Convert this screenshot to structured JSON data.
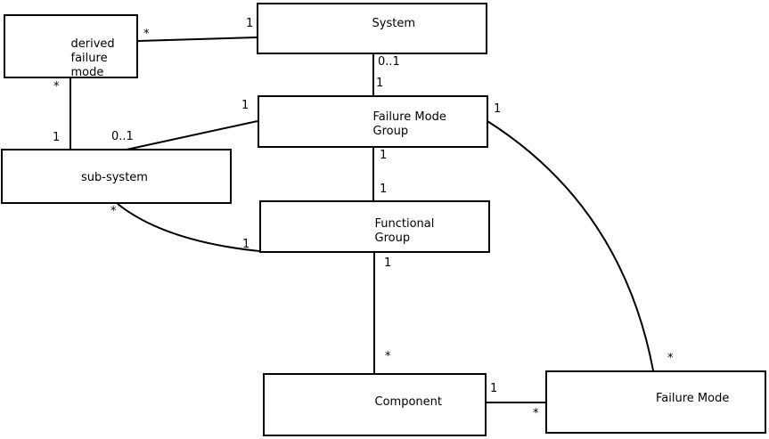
{
  "colors": {
    "background": "#ffffff",
    "line": "#000000",
    "text": "#000000"
  },
  "boxes": {
    "derived_failure_mode": {
      "label": "derived\nfailure\nmode"
    },
    "system": {
      "label": "System"
    },
    "failure_mode_group": {
      "label": "Failure Mode\nGroup"
    },
    "sub_system": {
      "label": "sub-system"
    },
    "functional_group": {
      "label": "Functional\nGroup"
    },
    "component": {
      "label": "Component"
    },
    "failure_mode": {
      "label": "Failure Mode"
    }
  },
  "connections": {
    "system__derived_failure_mode": {
      "from": "System",
      "to": "derived failure mode",
      "from_label": "1",
      "to_label": "*"
    },
    "system__failure_mode_group": {
      "from": "System",
      "to": "Failure Mode Group",
      "from_label": "0..1",
      "to_label": "1"
    },
    "derived_failure_mode__sub_system": {
      "from": "derived failure mode",
      "to": "sub-system",
      "from_label": "*",
      "to_label": "1"
    },
    "failure_mode_group__sub_system": {
      "from": "Failure Mode Group",
      "to": "sub-system",
      "from_label": "1",
      "to_label": "0..1"
    },
    "failure_mode_group__functional_group": {
      "from": "Failure Mode Group",
      "to": "Functional Group",
      "from_label": "1",
      "to_label": "1"
    },
    "sub_system__functional_group": {
      "from": "sub-system",
      "to": "Functional Group",
      "from_label": "*",
      "to_label": "1"
    },
    "functional_group__component": {
      "from": "Functional Group",
      "to": "Component",
      "from_label": "1",
      "to_label": "*"
    },
    "component__failure_mode": {
      "from": "Component",
      "to": "Failure Mode",
      "from_label": "1",
      "to_label": "*"
    },
    "failure_mode_group__failure_mode": {
      "from": "Failure Mode Group",
      "to": "Failure Mode",
      "from_label": "1",
      "to_label": "*"
    }
  }
}
